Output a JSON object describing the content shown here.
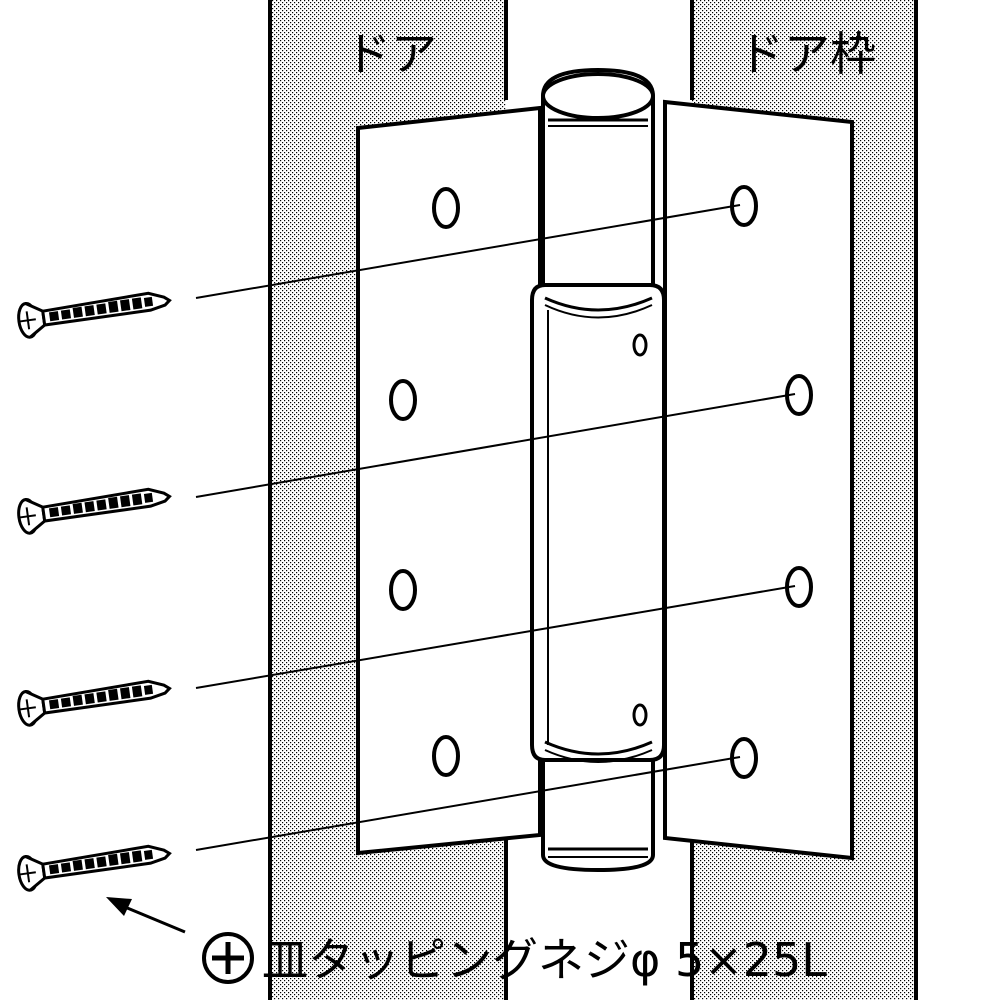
{
  "labels": {
    "door": "ドア",
    "door_frame": "ドア枠"
  },
  "screw_spec": {
    "text": "皿タッピングネジφ 5×25L",
    "head_type_icon": "phillips-cross-icon"
  },
  "colors": {
    "line": "#000000",
    "background": "#ffffff",
    "stipple": "#000000"
  }
}
